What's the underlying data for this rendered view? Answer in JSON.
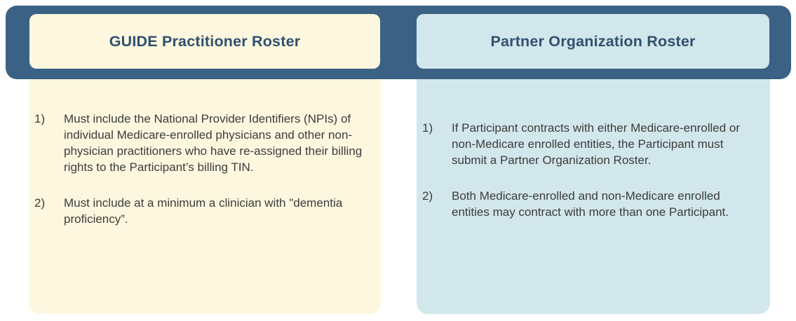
{
  "colors": {
    "banner_bg": "#3B6284",
    "left_bg": "#FCF7DE",
    "right_bg": "#D2E7EB",
    "title_color": "#32506F",
    "body_text": "#3C3C3C"
  },
  "left_panel": {
    "title": "GUIDE Practitioner Roster",
    "items": [
      {
        "num": "1)",
        "text": "Must include the National Provider Identifiers (NPIs) of individual Medicare-enrolled physicians and other non-physician practitioners who have re-assigned their billing rights to the Participant’s billing TIN."
      },
      {
        "num": "2)",
        "text": "Must include at a minimum a clinician with \"dementia proficiency”."
      }
    ]
  },
  "right_panel": {
    "title": "Partner Organization Roster",
    "items": [
      {
        "num": "1)",
        "text": "If Participant contracts with either Medicare-enrolled or non-Medicare enrolled entities, the Participant must submit a Partner Organization Roster."
      },
      {
        "num": "2)",
        "text": "Both Medicare-enrolled and non-Medicare enrolled entities may contract with more than one Participant."
      }
    ]
  }
}
